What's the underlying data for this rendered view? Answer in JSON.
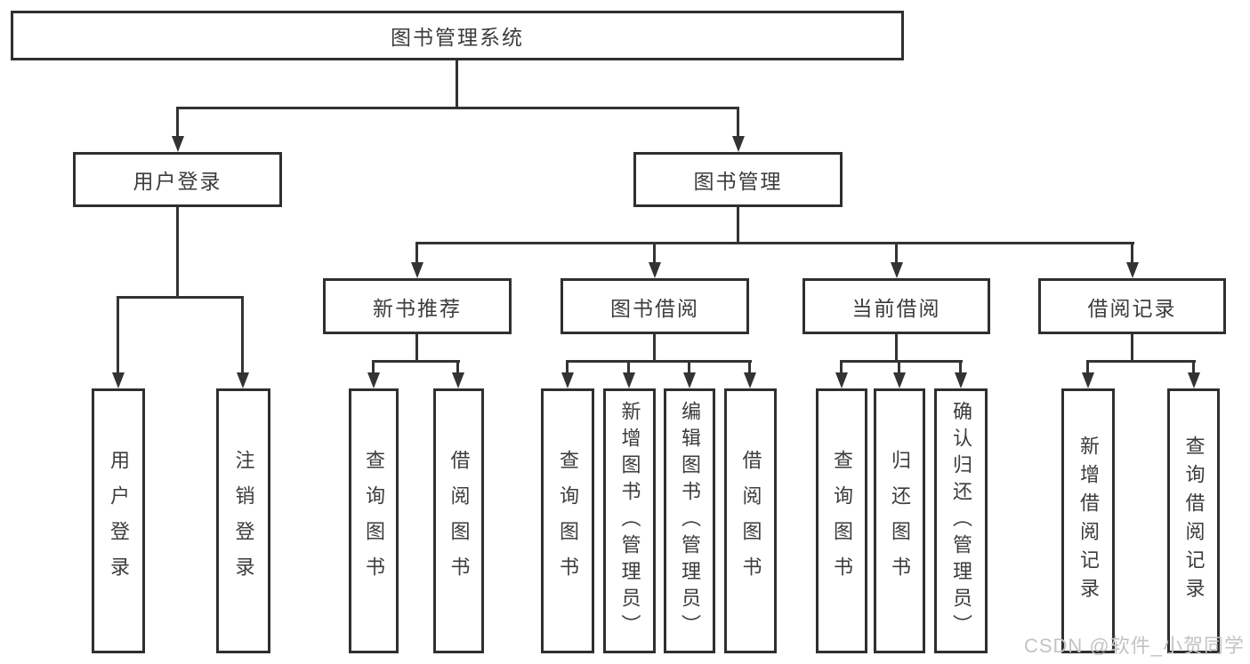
{
  "diagram": {
    "root": {
      "label": "图书管理系统"
    },
    "branches": [
      {
        "label": "用户登录",
        "children": [
          {
            "label": "用户登录"
          },
          {
            "label": "注销登录"
          }
        ]
      },
      {
        "label": "图书管理",
        "children": [
          {
            "label": "新书推荐",
            "children": [
              {
                "label": "查询图书"
              },
              {
                "label": "借阅图书"
              }
            ]
          },
          {
            "label": "图书借阅",
            "children": [
              {
                "label": "查询图书"
              },
              {
                "label": "新增图书（管理员）"
              },
              {
                "label": "编辑图书（管理员）"
              },
              {
                "label": "借阅图书"
              }
            ]
          },
          {
            "label": "当前借阅",
            "children": [
              {
                "label": "查询图书"
              },
              {
                "label": "归还图书"
              },
              {
                "label": "确认归还（管理员）"
              }
            ]
          },
          {
            "label": "借阅记录",
            "children": [
              {
                "label": "新增借阅记录"
              },
              {
                "label": "查询借阅记录"
              }
            ]
          }
        ]
      }
    ]
  },
  "watermark": {
    "text": "CSDN @软件_小贺同学"
  },
  "colors": {
    "line": "#333333",
    "box_border": "#2f2f2f",
    "text": "#3c3c3c",
    "watermark": "#c3c3c7",
    "background": "#ffffff"
  }
}
